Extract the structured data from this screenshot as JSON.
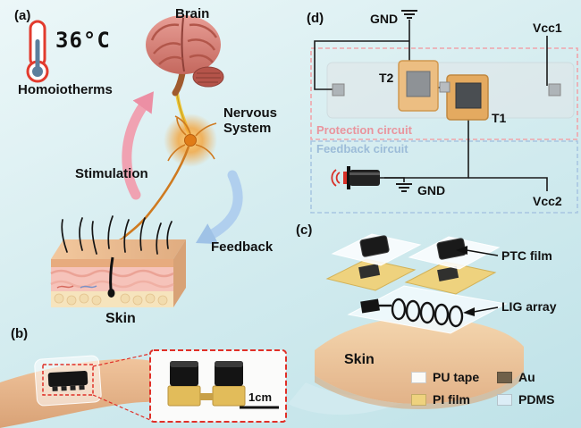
{
  "colors": {
    "accent_red": "#e03028",
    "protection_pink": "#ec97a0",
    "feedback_blue": "#9cbcd8"
  },
  "panel_a": {
    "label": "(a)",
    "temperature": "36°C",
    "homoiotherms": "Homoiotherms",
    "brain_label": "Brain",
    "nervous_system": "Nervous\nSystem",
    "stimulation": "Stimulation",
    "feedback": "Feedback",
    "skin_label": "Skin"
  },
  "panel_b": {
    "label": "(b)",
    "scale_bar": "1cm"
  },
  "panel_c": {
    "label": "(c)",
    "ptc_film": "PTC film",
    "lig_array": "LIG array",
    "skin_label": "Skin",
    "legend": [
      {
        "label": "PU tape",
        "color": "#fbfbf8"
      },
      {
        "label": "Au",
        "color": "#6f6049"
      },
      {
        "label": "PI film",
        "color": "#eed27e"
      },
      {
        "label": "PDMS",
        "color": "#dcedf6"
      }
    ]
  },
  "panel_d": {
    "label": "(d)",
    "gnd_top": "GND",
    "gnd_bottom": "GND",
    "vcc1": "Vcc1",
    "vcc2": "Vcc2",
    "t1": "T1",
    "t2": "T2",
    "protection_circuit": "Protection circuit",
    "feedback_circuit": "Feedback circuit"
  }
}
